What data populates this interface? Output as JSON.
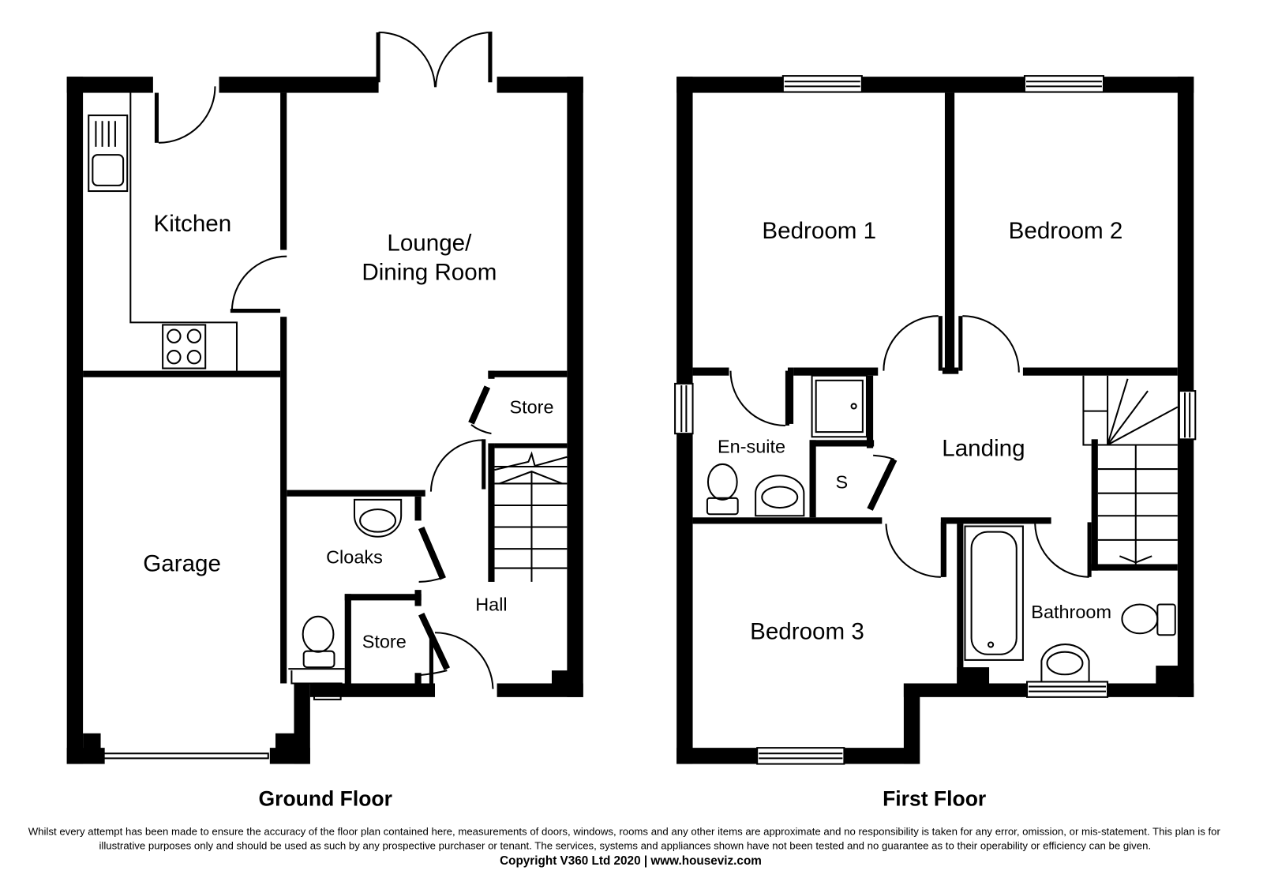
{
  "ground_floor": {
    "title": "Ground Floor",
    "rooms": {
      "kitchen": "Kitchen",
      "lounge_line1": "Lounge/",
      "lounge_line2": "Dining Room",
      "garage": "Garage",
      "cloaks": "Cloaks",
      "store_upper": "Store",
      "store_lower": "Store",
      "hall": "Hall"
    }
  },
  "first_floor": {
    "title": "First Floor",
    "rooms": {
      "bedroom1": "Bedroom 1",
      "bedroom2": "Bedroom 2",
      "bedroom3": "Bedroom 3",
      "ensuite": "En-suite",
      "landing": "Landing",
      "storage": "S",
      "bathroom": "Bathroom"
    }
  },
  "footer": {
    "disclaimer_line1": "Whilst every attempt has been made to ensure the accuracy of the floor plan contained here, measurements of doors, windows, rooms and any other items are approximate and no responsibility is taken for any error, omission, or mis-statement. This plan is for",
    "disclaimer_line2": "illustrative purposes only and should be used as such by any prospective purchaser or tenant. The services, systems and appliances shown have not been tested and no guarantee as to their operability or efficiency can be given.",
    "copyright": "Copyright V360 Ltd 2020 | www.houseviz.com"
  }
}
